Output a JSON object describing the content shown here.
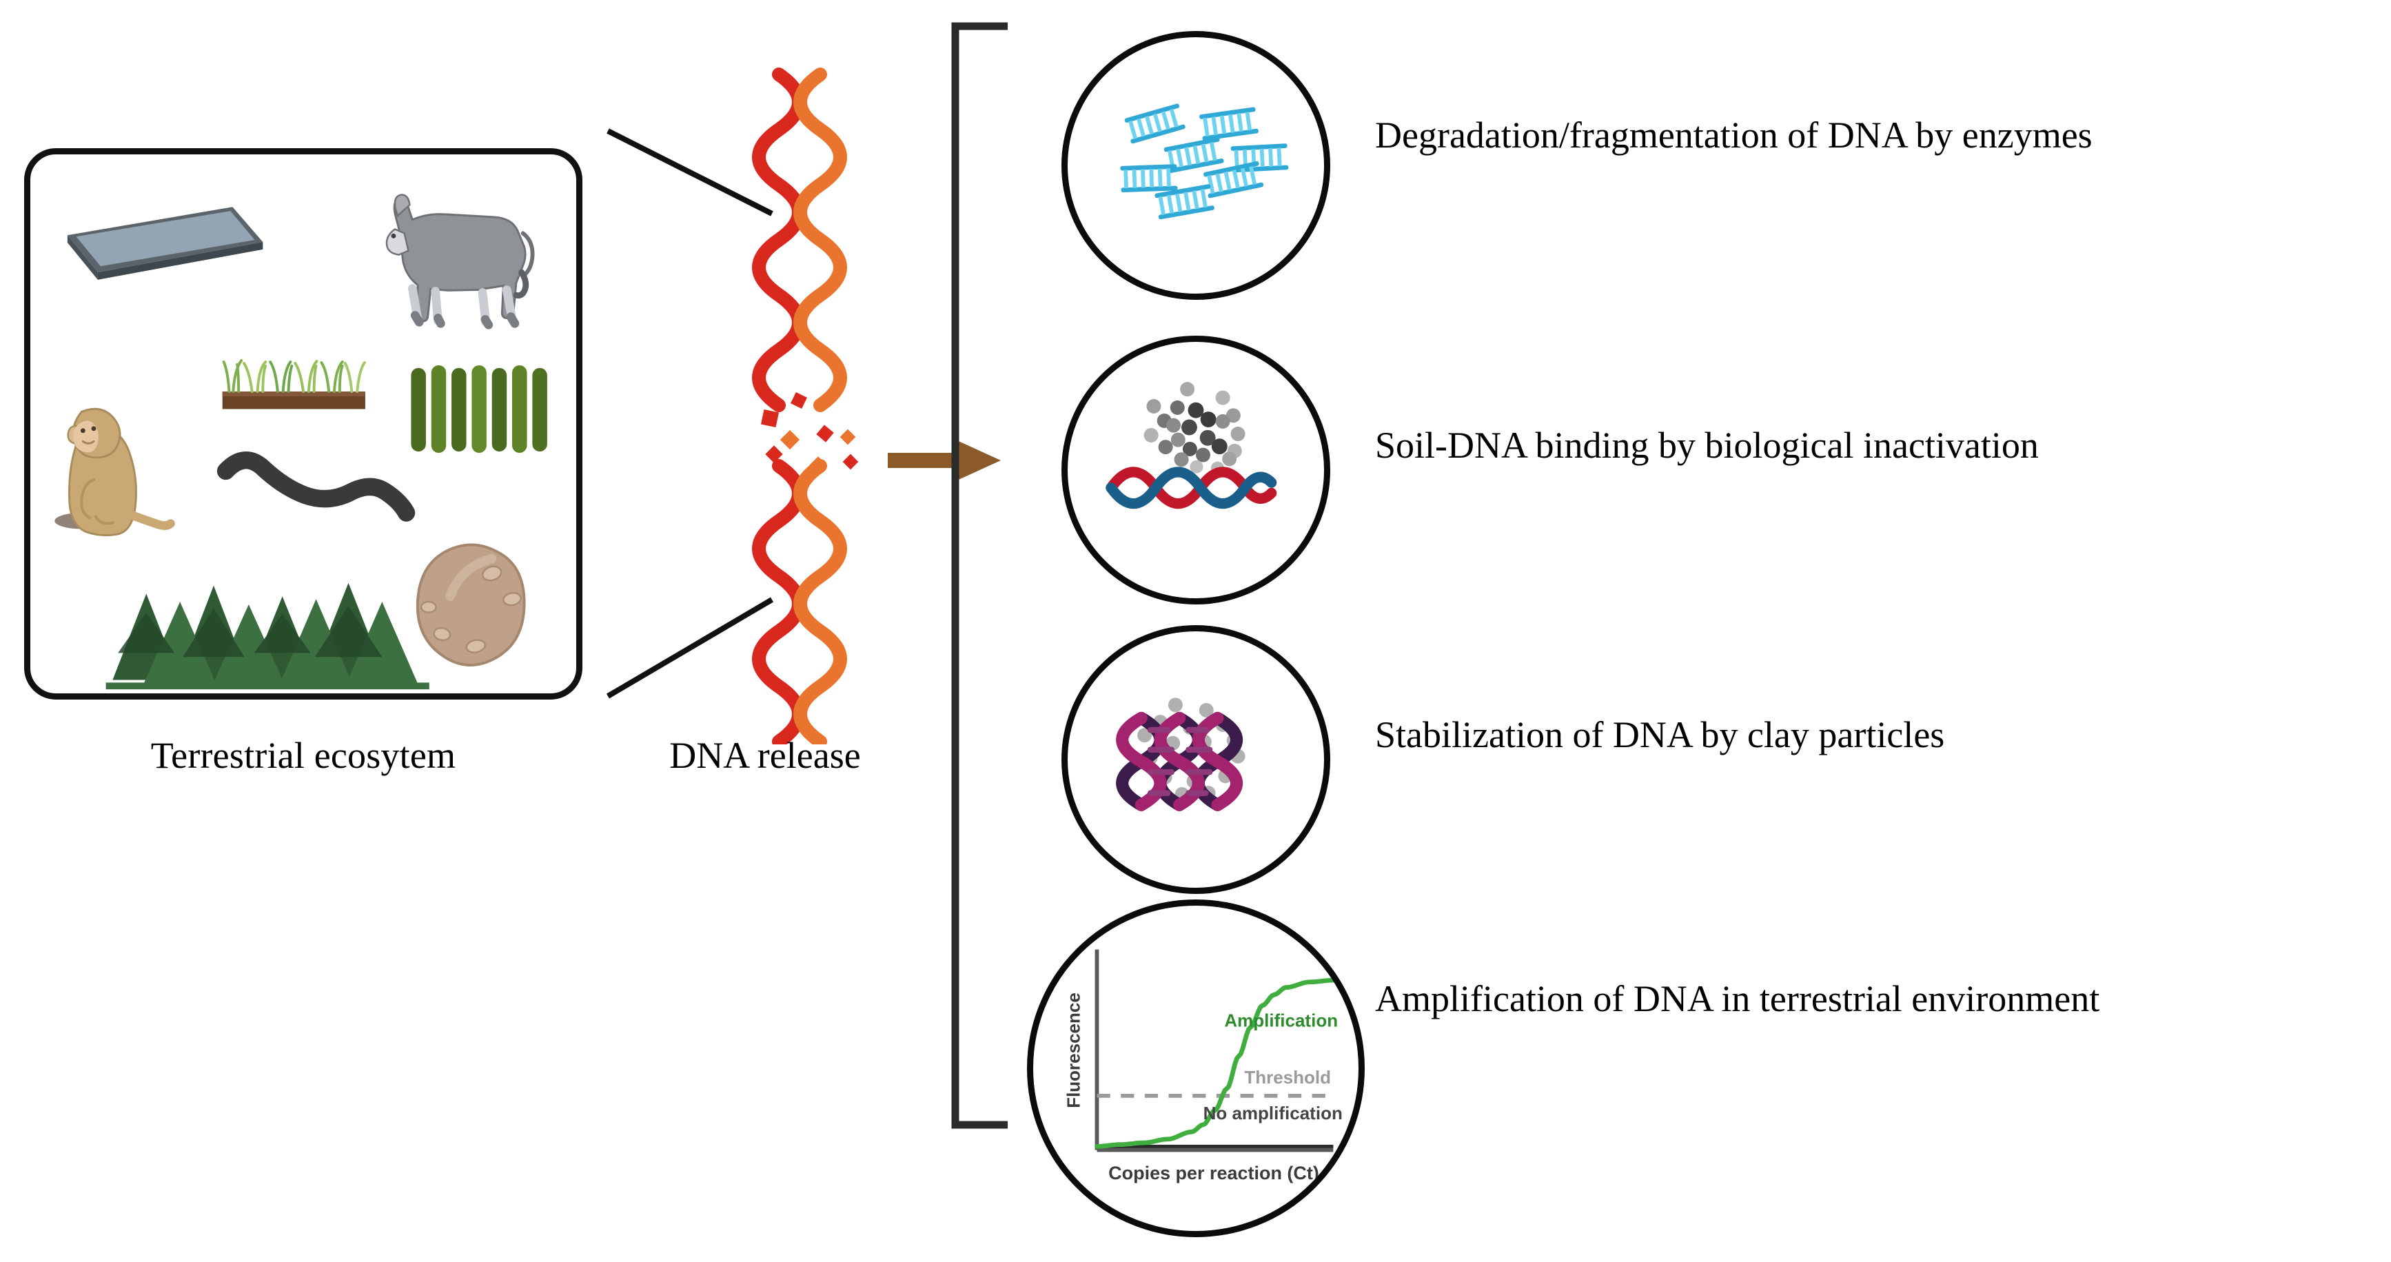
{
  "figure": {
    "type": "diagram",
    "subject": "Fate of released DNA in a terrestrial ecosystem"
  },
  "ecosystem": {
    "caption": "Terrestrial ecosytem",
    "items": [
      {
        "name": "soil-tray-icon",
        "label": "soil tray"
      },
      {
        "name": "donkey-icon",
        "label": "donkey"
      },
      {
        "name": "grass-patch-icon",
        "label": "grass patch on soil"
      },
      {
        "name": "monkey-icon",
        "label": "monkey"
      },
      {
        "name": "earthworm-icon",
        "label": "earthworm"
      },
      {
        "name": "algae-icon",
        "label": "green algae filaments"
      },
      {
        "name": "conifer-forest-icon",
        "label": "conifer forest"
      },
      {
        "name": "tuber-icon",
        "label": "potato tuber"
      }
    ]
  },
  "dna_release": {
    "caption": "DNA release",
    "helix_colors": [
      "#E0452A",
      "#D9281E"
    ],
    "fragment_color": "#D9281E",
    "arrow_color": "#8C5A28"
  },
  "outcomes": [
    {
      "id": "degradation",
      "label": "Degradation/fragmentation of DNA by enzymes",
      "icon": "dna-fragments-icon",
      "accent": "#4EC3E8",
      "fragment_count": 7
    },
    {
      "id": "soil-binding",
      "label": "Soil-DNA binding by biological inactivation",
      "icon": "dna-soil-binding-icon",
      "accent_a": "#C0172B",
      "accent_b": "#1A5E8A",
      "particle_color": "#8A8A8A"
    },
    {
      "id": "clay-stabilization",
      "label": "Stabilization of DNA by clay particles",
      "icon": "dna-clay-icon",
      "accent_a": "#A4236F",
      "accent_b": "#3B1C4A",
      "particle_color": "#A8A8A8"
    },
    {
      "id": "amplification",
      "label": "Amplification of DNA in terrestrial environment",
      "icon": "qpcr-chart-icon",
      "accent": "#3FAE3F"
    }
  ],
  "chart_data": {
    "type": "line",
    "title": "",
    "xlabel": "Copies per reaction (Ct)",
    "ylabel": "Fluorescence",
    "grid": false,
    "legend": "inline-annotations",
    "annotations": [
      {
        "text": "Amplification",
        "color": "#2E8B2E"
      },
      {
        "text": "Threshold",
        "color": "#9A9A9A"
      },
      {
        "text": "No amplification",
        "color": "#444444"
      }
    ],
    "xlim": [
      0,
      40
    ],
    "ylim": [
      0,
      1
    ],
    "threshold": 0.3,
    "series": [
      {
        "name": "Amplification",
        "color": "#3FAE3F",
        "x": [
          0,
          4,
          8,
          12,
          16,
          18,
          20,
          22,
          24,
          26,
          28,
          30,
          32,
          36,
          40
        ],
        "y": [
          0.02,
          0.03,
          0.04,
          0.06,
          0.1,
          0.14,
          0.22,
          0.34,
          0.52,
          0.68,
          0.8,
          0.86,
          0.9,
          0.93,
          0.94
        ]
      },
      {
        "name": "No amplification",
        "color": "#2B2B2B",
        "x": [
          0,
          10,
          20,
          30,
          40
        ],
        "y": [
          0.02,
          0.02,
          0.02,
          0.02,
          0.02
        ]
      }
    ]
  }
}
